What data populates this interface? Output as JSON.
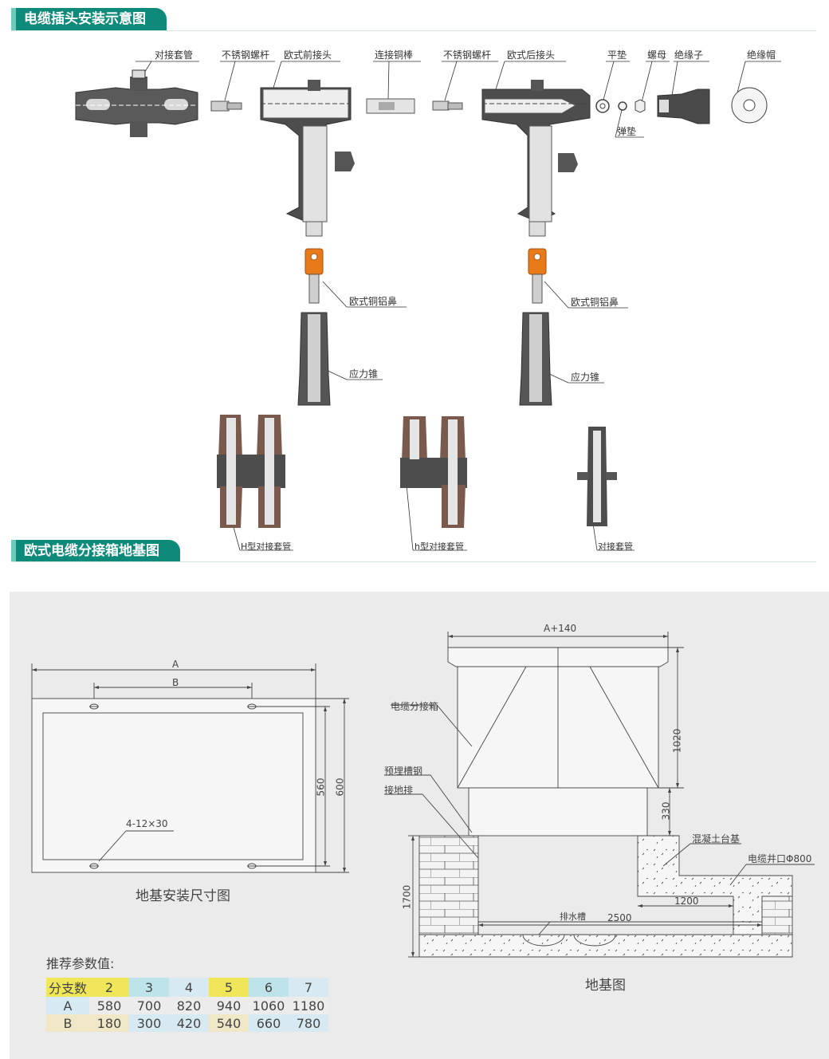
{
  "section1": {
    "title": "电缆插头安装示意图"
  },
  "section2": {
    "title": "欧式电缆分接箱地基图"
  },
  "parts": {
    "bushing": "对接套管",
    "ss_bolt1": "不锈钢螺杆",
    "front_connector": "欧式前接头",
    "copper_rod": "连接铜棒",
    "ss_bolt2": "不锈钢螺杆",
    "rear_connector": "欧式后接头",
    "flat_washer": "平垫",
    "nut": "螺母",
    "insulator": "绝缘子",
    "insulation_cap": "绝缘帽",
    "spring_washer": "弹垫",
    "lug1": "欧式铜铝鼻",
    "lug2": "欧式铜铝鼻",
    "cone1": "应力锥",
    "cone2": "应力锥",
    "h_bushing": "H型对接套管",
    "h_bushing2": "h型对接套管",
    "bushing_small": "对接套管"
  },
  "plan": {
    "dim_a": "A",
    "dim_b": "B",
    "dim_560": "560",
    "dim_600": "600",
    "holes": "4-12×30",
    "caption": "地基安装尺寸图"
  },
  "section": {
    "dim_top": "A+140",
    "box_label": "电缆分接箱",
    "channel_steel": "预埋槽钢",
    "ground_bar": "接地排",
    "dim_1020": "1020",
    "dim_330": "330",
    "concrete": "混凝土台基",
    "well": "电缆井口Φ800",
    "dim_1200": "1200",
    "drain": "排水槽",
    "dim_2500": "2500",
    "dim_1700": "1700",
    "caption": "地基图"
  },
  "params": {
    "title": "推荐参数值:",
    "header": "分支数",
    "counts": [
      "2",
      "3",
      "4",
      "5",
      "6",
      "7"
    ],
    "row_a_label": "A",
    "row_a": [
      "580",
      "700",
      "820",
      "940",
      "1060",
      "1180"
    ],
    "row_b_label": "B",
    "row_b": [
      "180",
      "300",
      "420",
      "540",
      "660",
      "780"
    ]
  },
  "colors": {
    "banner": "#0d8a7a",
    "banner_accent": "#6ec9b8",
    "dark_grey": "#555555",
    "copper_orange": "#e87a1a",
    "panel_bg": "#ebebeb",
    "yellow": "#f0e65a",
    "cyan": "#bfe3ea",
    "light_blue": "#d7eaf3",
    "beige": "#efe7c6"
  }
}
